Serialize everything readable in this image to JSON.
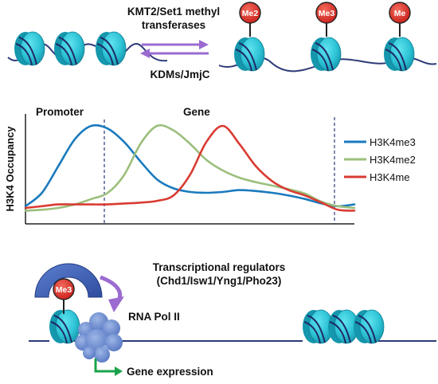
{
  "top": {
    "forward_line1": "KMT2/Set1 methyl",
    "forward_line2": "transferases",
    "reverse_label": "KDMs/JmjC",
    "marks": [
      "Me2",
      "Me3",
      "Me"
    ]
  },
  "chart_data": {
    "type": "line",
    "ylabel": "H3K4 Occupancy",
    "region_labels": [
      "Promoter",
      "Gene"
    ],
    "legend_position": "right",
    "x": [
      0,
      5,
      10,
      15,
      20,
      25,
      30,
      35,
      40,
      45,
      50,
      55,
      60,
      65,
      70,
      75,
      80,
      85,
      90,
      95,
      100
    ],
    "ylim": [
      0,
      100
    ],
    "series": [
      {
        "name": "H3K4me3",
        "color": "#1a7abd",
        "values": [
          10,
          25,
          55,
          85,
          100,
          97,
          82,
          60,
          40,
          30,
          26,
          25,
          26,
          28,
          27,
          25,
          22,
          18,
          13,
          10,
          12
        ]
      },
      {
        "name": "H3K4me2",
        "color": "#9bbf7c",
        "values": [
          5,
          6,
          8,
          12,
          18,
          25,
          45,
          80,
          100,
          95,
          80,
          62,
          50,
          42,
          37,
          33,
          29,
          24,
          15,
          10,
          8
        ]
      },
      {
        "name": "H3K4me",
        "color": "#d93b32",
        "values": [
          8,
          10,
          12,
          12,
          12,
          12,
          13,
          14,
          16,
          22,
          45,
          82,
          100,
          80,
          55,
          38,
          28,
          22,
          14,
          6,
          5
        ]
      }
    ]
  },
  "bottom": {
    "regulators_line1": "Transcriptional regulators",
    "regulators_line2": "(Chd1/Isw1/Yng1/Pho23)",
    "reader_mark": "Me3",
    "polymerase": "RNA Pol II",
    "expression": "Gene expression"
  }
}
